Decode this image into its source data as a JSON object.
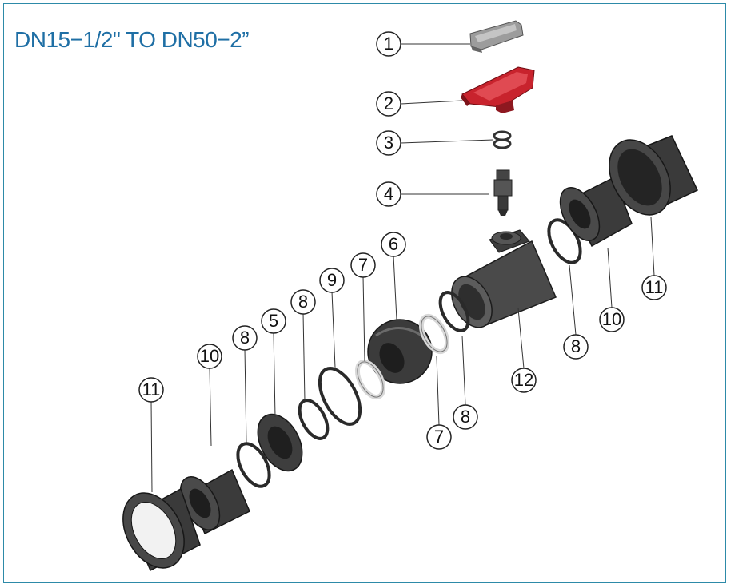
{
  "title": "DN15−1/2\" TO DN50−2”",
  "colors": {
    "title": "#1f6fa5",
    "frame": "#2d8aa8",
    "part_dark": "#3a3a3a",
    "part_mid": "#5a5a5a",
    "handle_red": "#c8232d",
    "insert_gray": "#a8a8a8",
    "seat_white": "#e8e8e8"
  },
  "callouts": [
    {
      "id": "c1",
      "label": "1"
    },
    {
      "id": "c2",
      "label": "2"
    },
    {
      "id": "c3",
      "label": "3"
    },
    {
      "id": "c4",
      "label": "4"
    },
    {
      "id": "c6",
      "label": "6"
    },
    {
      "id": "c7a",
      "label": "7"
    },
    {
      "id": "c9",
      "label": "9"
    },
    {
      "id": "c8a",
      "label": "8"
    },
    {
      "id": "c5",
      "label": "5"
    },
    {
      "id": "c8b",
      "label": "8"
    },
    {
      "id": "c10a",
      "label": "10"
    },
    {
      "id": "c11a",
      "label": "11"
    },
    {
      "id": "c12",
      "label": "12"
    },
    {
      "id": "c8c",
      "label": "8"
    },
    {
      "id": "c7b",
      "label": "7"
    },
    {
      "id": "c8d",
      "label": "8"
    },
    {
      "id": "c10b",
      "label": "10"
    },
    {
      "id": "c11b",
      "label": "11"
    }
  ]
}
